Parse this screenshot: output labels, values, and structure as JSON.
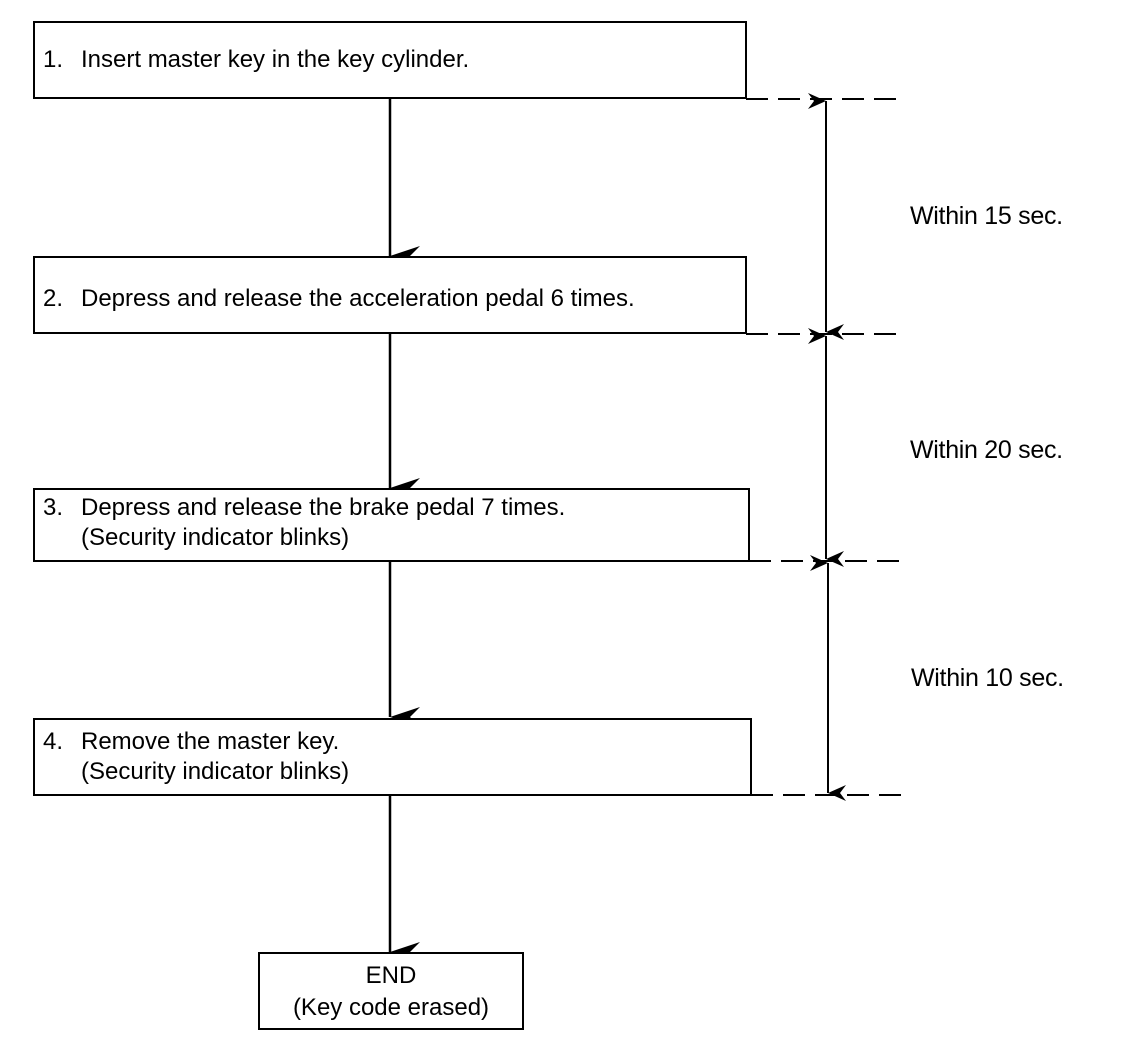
{
  "steps": [
    {
      "number": "1.",
      "lines": [
        "Insert master key in the key cylinder."
      ]
    },
    {
      "number": "2.",
      "lines": [
        "Depress and release the acceleration pedal 6 times."
      ]
    },
    {
      "number": "3.",
      "lines": [
        "Depress and release the brake pedal 7 times.",
        "(Security indicator blinks)"
      ]
    },
    {
      "number": "4.",
      "lines": [
        "Remove the master key.",
        "(Security indicator blinks)"
      ]
    }
  ],
  "end": {
    "line1": "END",
    "line2": "(Key code erased)"
  },
  "intervals": [
    {
      "label": "Within 15 sec."
    },
    {
      "label": "Within 20 sec."
    },
    {
      "label": "Within 10 sec."
    }
  ]
}
